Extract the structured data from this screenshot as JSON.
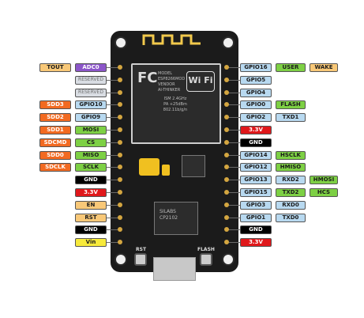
{
  "colors": {
    "power": "#e0181b",
    "ground": "#000000",
    "gpio": "#b8d9f0",
    "reserved": "#d9dde3",
    "adc": "#8c56c9",
    "spi_flash": "#f26a21",
    "uart_spi": "#7dd044",
    "misc": "#f8c878",
    "vin": "#f7ea3b"
  },
  "left_pins": [
    {
      "labels": [
        "TOUT",
        "ADC0"
      ],
      "kinds": [
        "misc",
        "adc"
      ]
    },
    {
      "labels": [
        "RESERVED"
      ],
      "kinds": [
        "reserved"
      ]
    },
    {
      "labels": [
        "RESERVED"
      ],
      "kinds": [
        "reserved"
      ]
    },
    {
      "labels": [
        "SDD3",
        "GPIO10"
      ],
      "kinds": [
        "spi_flash",
        "gpio"
      ]
    },
    {
      "labels": [
        "SDD2",
        "GPIO9"
      ],
      "kinds": [
        "spi_flash",
        "gpio"
      ]
    },
    {
      "labels": [
        "SDD1",
        "MOSI"
      ],
      "kinds": [
        "spi_flash",
        "uart_spi"
      ]
    },
    {
      "labels": [
        "SDCMD",
        "CS"
      ],
      "kinds": [
        "spi_flash",
        "uart_spi"
      ]
    },
    {
      "labels": [
        "SDD0",
        "MISO"
      ],
      "kinds": [
        "spi_flash",
        "uart_spi"
      ]
    },
    {
      "labels": [
        "SDCLK",
        "SCLK"
      ],
      "kinds": [
        "spi_flash",
        "uart_spi"
      ]
    },
    {
      "labels": [
        "GND"
      ],
      "kinds": [
        "ground"
      ]
    },
    {
      "labels": [
        "3.3V"
      ],
      "kinds": [
        "power"
      ]
    },
    {
      "labels": [
        "EN"
      ],
      "kinds": [
        "misc"
      ]
    },
    {
      "labels": [
        "RST"
      ],
      "kinds": [
        "misc"
      ]
    },
    {
      "labels": [
        "GND"
      ],
      "kinds": [
        "ground"
      ]
    },
    {
      "labels": [
        "Vin"
      ],
      "kinds": [
        "vin"
      ]
    }
  ],
  "right_pins": [
    {
      "labels": [
        "GPIO16",
        "USER",
        "WAKE"
      ],
      "kinds": [
        "gpio",
        "uart_spi",
        "misc"
      ]
    },
    {
      "labels": [
        "GPIO5"
      ],
      "kinds": [
        "gpio"
      ]
    },
    {
      "labels": [
        "GPIO4"
      ],
      "kinds": [
        "gpio"
      ]
    },
    {
      "labels": [
        "GPIO0",
        "FLASH"
      ],
      "kinds": [
        "gpio",
        "uart_spi"
      ]
    },
    {
      "labels": [
        "GPIO2",
        "TXD1"
      ],
      "kinds": [
        "gpio",
        "gpio"
      ]
    },
    {
      "labels": [
        "3.3V"
      ],
      "kinds": [
        "power"
      ]
    },
    {
      "labels": [
        "GND"
      ],
      "kinds": [
        "ground"
      ]
    },
    {
      "labels": [
        "GPIO14",
        "HSCLK"
      ],
      "kinds": [
        "gpio",
        "uart_spi"
      ]
    },
    {
      "labels": [
        "GPIO12",
        "HMISO"
      ],
      "kinds": [
        "gpio",
        "uart_spi"
      ]
    },
    {
      "labels": [
        "GPIO13",
        "RXD2",
        "HMOSI"
      ],
      "kinds": [
        "gpio",
        "gpio",
        "uart_spi"
      ]
    },
    {
      "labels": [
        "GPIO15",
        "TXD2",
        "HCS"
      ],
      "kinds": [
        "gpio",
        "uart_spi",
        "uart_spi"
      ]
    },
    {
      "labels": [
        "GPIO3",
        "RXD0"
      ],
      "kinds": [
        "gpio",
        "gpio"
      ]
    },
    {
      "labels": [
        "GPIO1",
        "TXD0"
      ],
      "kinds": [
        "gpio",
        "gpio"
      ]
    },
    {
      "labels": [
        "GND"
      ],
      "kinds": [
        "ground"
      ]
    },
    {
      "labels": [
        "3.3V"
      ],
      "kinds": [
        "power"
      ]
    }
  ],
  "board": {
    "logo": "FC",
    "wifi": "Wi Fi",
    "module_lines": [
      "MODEL",
      "ESP8266MOD",
      "VENDOR",
      "AI-THINKER",
      "ISM 2.4GHz",
      "PA +25dBm",
      "802.11b/g/n"
    ],
    "usb_chip": [
      "SILABS",
      "CP2102"
    ],
    "rst_label": "RST",
    "flash_label": "FLASH"
  }
}
